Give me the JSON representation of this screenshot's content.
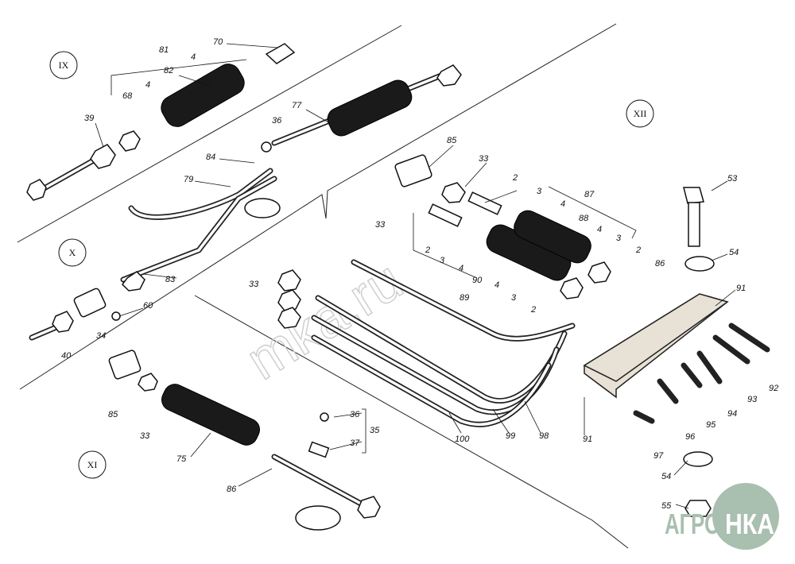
{
  "figure": {
    "section_labels": [
      "IX",
      "X",
      "XI",
      "XII"
    ],
    "callouts": [
      "81",
      "70",
      "4",
      "82",
      "4",
      "68",
      "39",
      "77",
      "36",
      "84",
      "79",
      "83",
      "60",
      "34",
      "40",
      "85",
      "33",
      "2",
      "3",
      "87",
      "88",
      "4",
      "4",
      "3",
      "2",
      "33",
      "2",
      "3",
      "4",
      "90",
      "89",
      "4",
      "3",
      "2",
      "86",
      "91",
      "53",
      "54",
      "33",
      "92",
      "93",
      "94",
      "95",
      "96",
      "97",
      "91",
      "98",
      "99",
      "100",
      "85",
      "33",
      "75",
      "86",
      "36",
      "37",
      "35",
      "54",
      "55"
    ],
    "watermark": "mka.ru",
    "logo": {
      "left": "АГРО",
      "right": "НКА",
      "color": "#a9bfb0"
    }
  }
}
